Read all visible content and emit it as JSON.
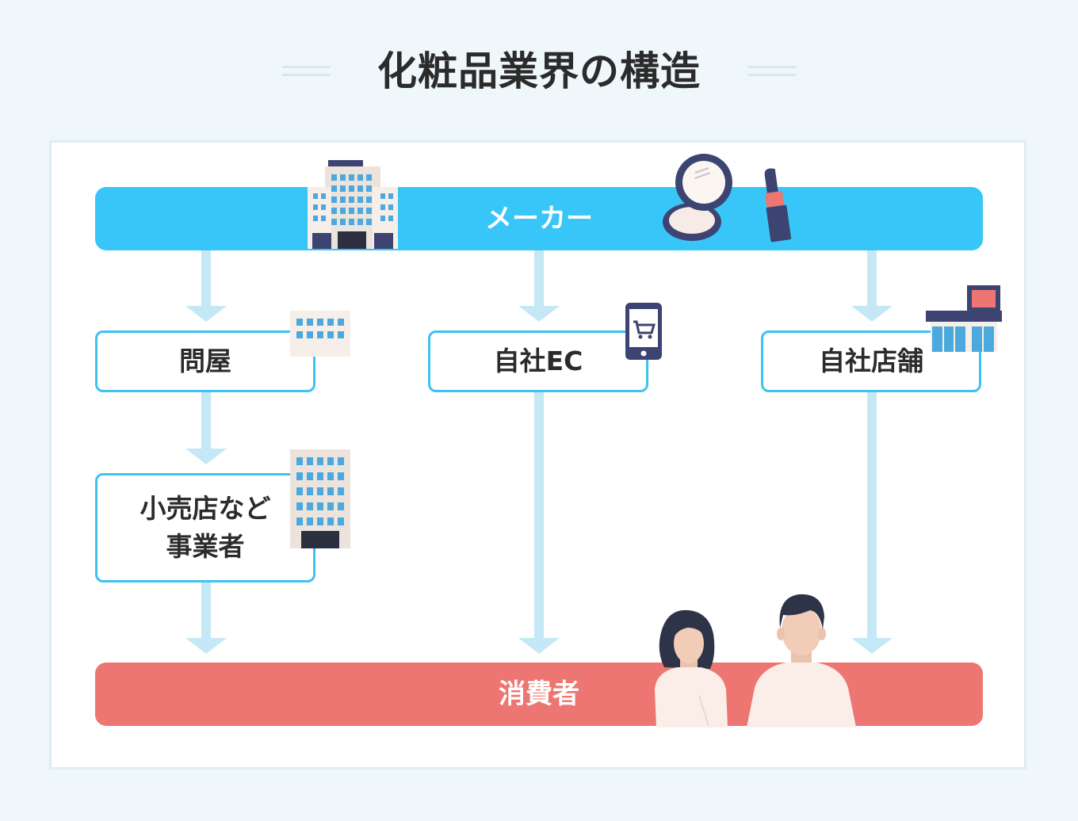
{
  "title": "化粧品業界の構造",
  "diagram": {
    "maker": "メーカー",
    "wholesaler": "問屋",
    "own_ec": "自社EC",
    "own_store": "自社店舗",
    "retailer_line1": "小売店など",
    "retailer_line2": "事業者",
    "consumer": "消費者"
  },
  "colors": {
    "maker_bar": "#38c5f7",
    "consumer_bar": "#ee7672",
    "node_border": "#3fc2f2",
    "arrow": "#c4e8f6"
  },
  "icons": [
    "office-building-icon",
    "compact-powder-icon",
    "lipstick-icon",
    "small-building-icon",
    "smartphone-cart-icon",
    "convenience-store-icon",
    "tall-building-icon",
    "woman-icon",
    "man-icon"
  ]
}
